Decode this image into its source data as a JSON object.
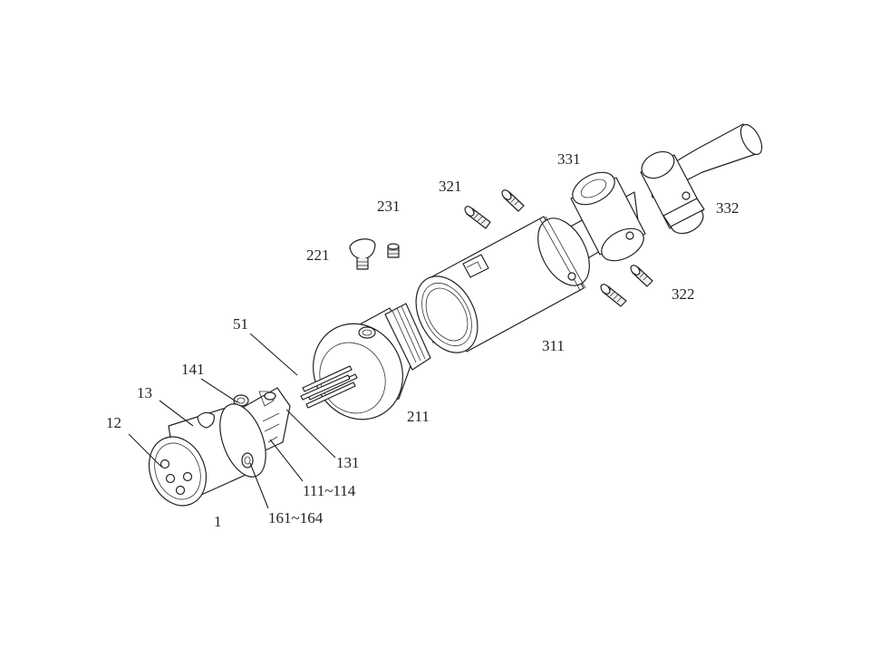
{
  "figure": {
    "labels": {
      "l1": "1",
      "l12": "12",
      "l13": "13",
      "l141": "141",
      "l131": "131",
      "l111": "111~114",
      "l161": "161~164",
      "l51": "51",
      "l211": "211",
      "l221": "221",
      "l231": "231",
      "l311": "311",
      "l321": "321",
      "l322": "322",
      "l331": "331",
      "l332": "332"
    }
  }
}
